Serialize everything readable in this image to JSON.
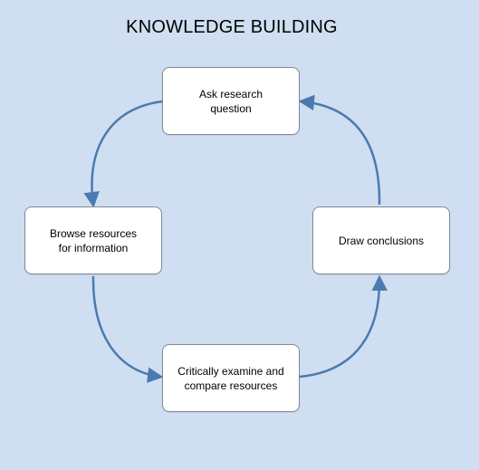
{
  "diagram": {
    "title": "KNOWLEDGE BUILDING",
    "nodes": {
      "top": "Ask research\nquestion",
      "left": "Browse resources\nfor information",
      "right": "Draw conclusions",
      "bottom": "Critically examine and\ncompare resources"
    },
    "colors": {
      "background": "#cfdff1",
      "arrow": "#4a7bb0",
      "box_fill": "#ffffff",
      "box_border": "#7f8a98"
    },
    "flow": [
      "top",
      "left",
      "bottom",
      "right",
      "top"
    ]
  }
}
